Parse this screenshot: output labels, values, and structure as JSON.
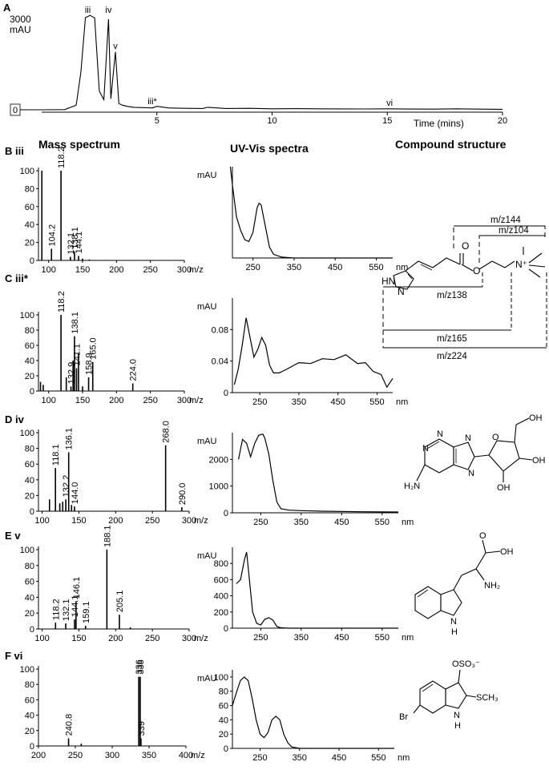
{
  "figure": {
    "panel_labels": [
      "A",
      "B iii",
      "C iii*",
      "D iv",
      "E v",
      "F vi"
    ],
    "column_headers": {
      "mass": "Mass spectrum",
      "uv": "UV-Vis spectra",
      "structure": "Compound structure"
    }
  },
  "chromatogram": {
    "yunit": "mAU",
    "ymax_label": "3000",
    "zero_label": "0",
    "xlabel": "Time (mins)",
    "xticks": [
      "5",
      "10",
      "15",
      "20"
    ],
    "peak_labels": [
      "iii",
      "iv",
      "v",
      "iii*",
      "vi"
    ]
  },
  "structures": {
    "iii": {
      "atoms": [
        "O",
        "O",
        "N⁺",
        "HN",
        "N"
      ],
      "fragments": [
        "m/z144",
        "m/z104",
        "m/z138",
        "m/z165",
        "m/z224"
      ]
    },
    "iv": {
      "atoms": [
        "N",
        "N",
        "N",
        "N",
        "H₂N",
        "O",
        "OH",
        "OH",
        "OH"
      ]
    },
    "v": {
      "atoms": [
        "O",
        "OH",
        "NH₂",
        "N",
        "H"
      ]
    },
    "vi": {
      "atoms": [
        "OSO₃⁻",
        "SCH₃",
        "Br",
        "N",
        "H"
      ]
    }
  },
  "chart_data": [
    {
      "type": "line",
      "title": "A",
      "xlabel": "Time (mins)",
      "ylabel": "mAU",
      "xlim": [
        0,
        20
      ],
      "ylim": [
        0,
        3000
      ],
      "x": [
        0,
        1,
        1.5,
        1.7,
        1.9,
        2.1,
        2.3,
        2.5,
        2.7,
        2.9,
        3.0,
        3.2,
        3.35,
        3.5,
        3.7,
        4.0,
        4.8,
        5.0,
        5.5,
        6,
        7,
        7.2,
        8,
        9,
        10,
        11,
        12,
        13,
        14,
        15,
        16,
        17,
        18,
        19,
        20
      ],
      "y": [
        0,
        5,
        150,
        1200,
        2950,
        3020,
        2940,
        600,
        320,
        2900,
        350,
        1850,
        200,
        150,
        110,
        80,
        60,
        110,
        60,
        50,
        40,
        80,
        40,
        45,
        30,
        35,
        30,
        28,
        25,
        30,
        22,
        20,
        30,
        20,
        15
      ],
      "annotations": [
        {
          "label": "iii",
          "x": 2.0,
          "y": 3000
        },
        {
          "label": "iv",
          "x": 2.9,
          "y": 3000
        },
        {
          "label": "v",
          "x": 3.2,
          "y": 1850
        },
        {
          "label": "iii*",
          "x": 4.8,
          "y": 80
        },
        {
          "label": "vi",
          "x": 15.1,
          "y": 30
        }
      ]
    },
    {
      "type": "bar",
      "title": "B iii",
      "xlabel": "m/z",
      "xlim": [
        85,
        300
      ],
      "ylim": [
        0,
        100
      ],
      "xticks": [
        "100",
        "150",
        "200",
        "250",
        "300"
      ],
      "yticks": [
        "0",
        "20",
        "40",
        "60",
        "80",
        "100"
      ],
      "peaks": [
        {
          "x": 90,
          "y": 100
        },
        {
          "x": 104.2,
          "y": 13
        },
        {
          "x": 118.2,
          "y": 100
        },
        {
          "x": 132.1,
          "y": 4
        },
        {
          "x": 138.1,
          "y": 10
        },
        {
          "x": 144.1,
          "y": 5
        },
        {
          "x": 150,
          "y": 2
        },
        {
          "x": 160,
          "y": 1
        }
      ],
      "labels": [
        "118.2",
        "104.2",
        "132.1",
        "138.1",
        "144.1"
      ]
    },
    {
      "type": "line",
      "title": "B iii UV-Vis",
      "xlabel": "nm",
      "ylabel": "mAU",
      "xlim": [
        200,
        590
      ],
      "xticks": [
        "250",
        "350",
        "450",
        "550"
      ],
      "x": [
        195,
        200,
        210,
        220,
        230,
        240,
        250,
        260,
        265,
        270,
        280,
        290,
        300,
        320,
        350,
        400,
        500,
        590
      ],
      "y": [
        100,
        80,
        45,
        30,
        20,
        18,
        28,
        55,
        60,
        58,
        35,
        12,
        4,
        1,
        0,
        0,
        0,
        0
      ]
    },
    {
      "type": "bar",
      "title": "C iii*",
      "xlabel": "m/z",
      "xlim": [
        85,
        300
      ],
      "ylim": [
        0,
        100
      ],
      "xticks": [
        "100",
        "150",
        "200",
        "250",
        "300"
      ],
      "yticks": [
        "0",
        "20",
        "40",
        "60",
        "80",
        "100"
      ],
      "peaks": [
        {
          "x": 88,
          "y": 12
        },
        {
          "x": 92,
          "y": 8
        },
        {
          "x": 118.2,
          "y": 100
        },
        {
          "x": 126,
          "y": 18
        },
        {
          "x": 132.9,
          "y": 6
        },
        {
          "x": 136,
          "y": 40
        },
        {
          "x": 138.1,
          "y": 72
        },
        {
          "x": 141.1,
          "y": 30
        },
        {
          "x": 144,
          "y": 50
        },
        {
          "x": 150,
          "y": 6
        },
        {
          "x": 158.9,
          "y": 18
        },
        {
          "x": 165.0,
          "y": 38
        },
        {
          "x": 224.0,
          "y": 10
        }
      ],
      "labels": [
        "118.2",
        "132.9",
        "138.1",
        "141.1",
        "158.9",
        "165.0",
        "224.0"
      ]
    },
    {
      "type": "line",
      "title": "C iii* UV-Vis",
      "xlabel": "nm",
      "ylabel": "mAU",
      "xlim": [
        180,
        590
      ],
      "ylim": [
        0,
        0.12
      ],
      "xticks": [
        "250",
        "350",
        "450",
        "550"
      ],
      "yticks": [
        "0",
        "0.04",
        "0.08"
      ],
      "x": [
        185,
        195,
        205,
        215,
        225,
        235,
        245,
        255,
        265,
        275,
        285,
        300,
        320,
        350,
        380,
        410,
        440,
        470,
        500,
        520,
        540,
        560,
        575,
        590
      ],
      "y": [
        0.01,
        0.03,
        0.06,
        0.095,
        0.07,
        0.045,
        0.055,
        0.07,
        0.06,
        0.035,
        0.025,
        0.025,
        0.03,
        0.035,
        0.04,
        0.04,
        0.045,
        0.045,
        0.04,
        0.035,
        0.03,
        0.02,
        0.01,
        0.015
      ]
    },
    {
      "type": "bar",
      "title": "D iv",
      "xlabel": "m/z",
      "xlim": [
        95,
        300
      ],
      "ylim": [
        0,
        100
      ],
      "xticks": [
        "100",
        "150",
        "200",
        "250",
        "300"
      ],
      "yticks": [
        "0",
        "20",
        "40",
        "60",
        "80",
        "100"
      ],
      "peaks": [
        {
          "x": 110,
          "y": 15
        },
        {
          "x": 118.1,
          "y": 55
        },
        {
          "x": 124,
          "y": 10
        },
        {
          "x": 128,
          "y": 12
        },
        {
          "x": 132.2,
          "y": 15
        },
        {
          "x": 136.1,
          "y": 75
        },
        {
          "x": 140,
          "y": 8
        },
        {
          "x": 144.0,
          "y": 6
        },
        {
          "x": 268.0,
          "y": 84
        },
        {
          "x": 290.0,
          "y": 5
        }
      ],
      "labels": [
        "118.1",
        "136.1",
        "132.2",
        "144.0",
        "268.0",
        "290.0"
      ]
    },
    {
      "type": "line",
      "title": "D iv UV-Vis",
      "xlabel": "nm",
      "ylabel": "mAU",
      "xlim": [
        180,
        590
      ],
      "ylim": [
        0,
        3000
      ],
      "xticks": [
        "250",
        "350",
        "450",
        "550"
      ],
      "yticks": [
        "0",
        "1000",
        "2000"
      ],
      "x": [
        195,
        205,
        215,
        225,
        235,
        245,
        255,
        260,
        270,
        280,
        290,
        300,
        320,
        350,
        400,
        500,
        590
      ],
      "y": [
        2000,
        2750,
        2600,
        2100,
        2600,
        2900,
        2950,
        2800,
        2200,
        1200,
        400,
        150,
        100,
        80,
        60,
        40,
        30
      ]
    },
    {
      "type": "bar",
      "title": "E v",
      "xlabel": "m/z",
      "xlim": [
        95,
        300
      ],
      "ylim": [
        0,
        100
      ],
      "xticks": [
        "100",
        "150",
        "200",
        "250",
        "300"
      ],
      "yticks": [
        "0",
        "20",
        "40",
        "60",
        "80",
        "100"
      ],
      "peaks": [
        {
          "x": 118.2,
          "y": 8
        },
        {
          "x": 132.1,
          "y": 7
        },
        {
          "x": 144.1,
          "y": 12
        },
        {
          "x": 146.1,
          "y": 35
        },
        {
          "x": 159.1,
          "y": 4
        },
        {
          "x": 188.1,
          "y": 100
        },
        {
          "x": 205.1,
          "y": 18
        },
        {
          "x": 220,
          "y": 2
        }
      ],
      "labels": [
        "188.1",
        "146.1",
        "118.2",
        "132.1",
        "144.1",
        "159.1",
        "205.1"
      ]
    },
    {
      "type": "line",
      "title": "E v UV-Vis",
      "xlabel": "nm",
      "ylabel": "mAU",
      "xlim": [
        180,
        590
      ],
      "ylim": [
        0,
        1000
      ],
      "xticks": [
        "250",
        "350",
        "450",
        "550"
      ],
      "yticks": [
        "0",
        "200",
        "400",
        "600",
        "800"
      ],
      "x": [
        190,
        200,
        210,
        215,
        220,
        230,
        240,
        250,
        260,
        270,
        280,
        290,
        300,
        320,
        400,
        590
      ],
      "y": [
        550,
        600,
        850,
        940,
        700,
        200,
        60,
        40,
        110,
        130,
        100,
        20,
        5,
        0,
        0,
        0
      ]
    },
    {
      "type": "bar",
      "title": "F vi",
      "xlabel": "m/z",
      "xlim": [
        200,
        400
      ],
      "ylim": [
        0,
        100
      ],
      "xticks": [
        "200",
        "250",
        "300",
        "350",
        "400"
      ],
      "yticks": [
        "0",
        "20",
        "40",
        "60",
        "80",
        "100"
      ],
      "peaks": [
        {
          "x": 240.8,
          "y": 10
        },
        {
          "x": 258,
          "y": 3
        },
        {
          "x": 336,
          "y": 90
        },
        {
          "x": 338,
          "y": 90
        },
        {
          "x": 339,
          "y": 10
        }
      ],
      "labels": [
        "240.8",
        "336",
        "338",
        "339"
      ]
    },
    {
      "type": "line",
      "title": "F vi UV-Vis",
      "xlabel": "nm",
      "ylabel": "mAU",
      "xlim": [
        180,
        590
      ],
      "ylim": [
        0,
        110
      ],
      "xticks": [
        "250",
        "350",
        "450",
        "550"
      ],
      "yticks": [
        "0",
        "20",
        "40",
        "60",
        "80",
        "100"
      ],
      "x": [
        180,
        190,
        200,
        210,
        220,
        230,
        240,
        250,
        260,
        270,
        280,
        290,
        300,
        310,
        320,
        330,
        350,
        400,
        590
      ],
      "y": [
        60,
        78,
        95,
        100,
        95,
        70,
        40,
        20,
        15,
        22,
        40,
        45,
        40,
        20,
        8,
        2,
        0,
        0,
        0
      ]
    }
  ]
}
